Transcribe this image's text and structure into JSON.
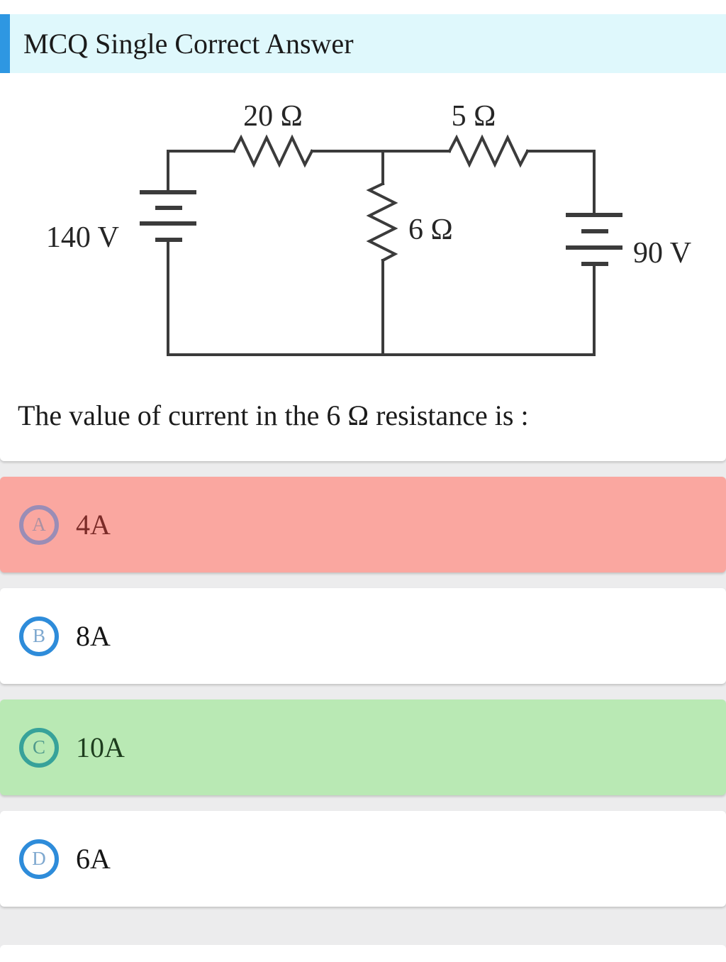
{
  "header": {
    "title": "MCQ Single Correct Answer",
    "accent_color": "#2e97e2",
    "background_color": "#dff8fc"
  },
  "question": {
    "text": "The value of current in the 6 Ω resistance is :"
  },
  "circuit": {
    "labels": {
      "resistor_top_left": "20 Ω",
      "resistor_top_right": "5 Ω",
      "resistor_middle": "6 Ω",
      "battery_left": "140 V",
      "battery_right": "90 V"
    },
    "line_color": "#3b3b3b"
  },
  "options": [
    {
      "letter": "A",
      "value": "4A",
      "colors": {
        "background": "#faa7a0",
        "badge_border": "#9a8db6",
        "badge_letter": "#ab91a2",
        "value_text": "#7b2b28"
      }
    },
    {
      "letter": "B",
      "value": "8A",
      "colors": {
        "background": "#ffffff",
        "badge_border": "#2e8cda",
        "badge_letter": "#7ea8cf",
        "value_text": "#161616"
      }
    },
    {
      "letter": "C",
      "value": "10A",
      "colors": {
        "background": "#b9e9b4",
        "badge_border": "#37a29a",
        "badge_letter": "#509a8c",
        "value_text": "#1e3d1e"
      }
    },
    {
      "letter": "D",
      "value": "6A",
      "colors": {
        "background": "#ffffff",
        "badge_border": "#2e8cda",
        "badge_letter": "#7ea8cf",
        "value_text": "#161616"
      }
    }
  ],
  "page": {
    "background_color": "#ececed",
    "card_color": "#ffffff"
  }
}
